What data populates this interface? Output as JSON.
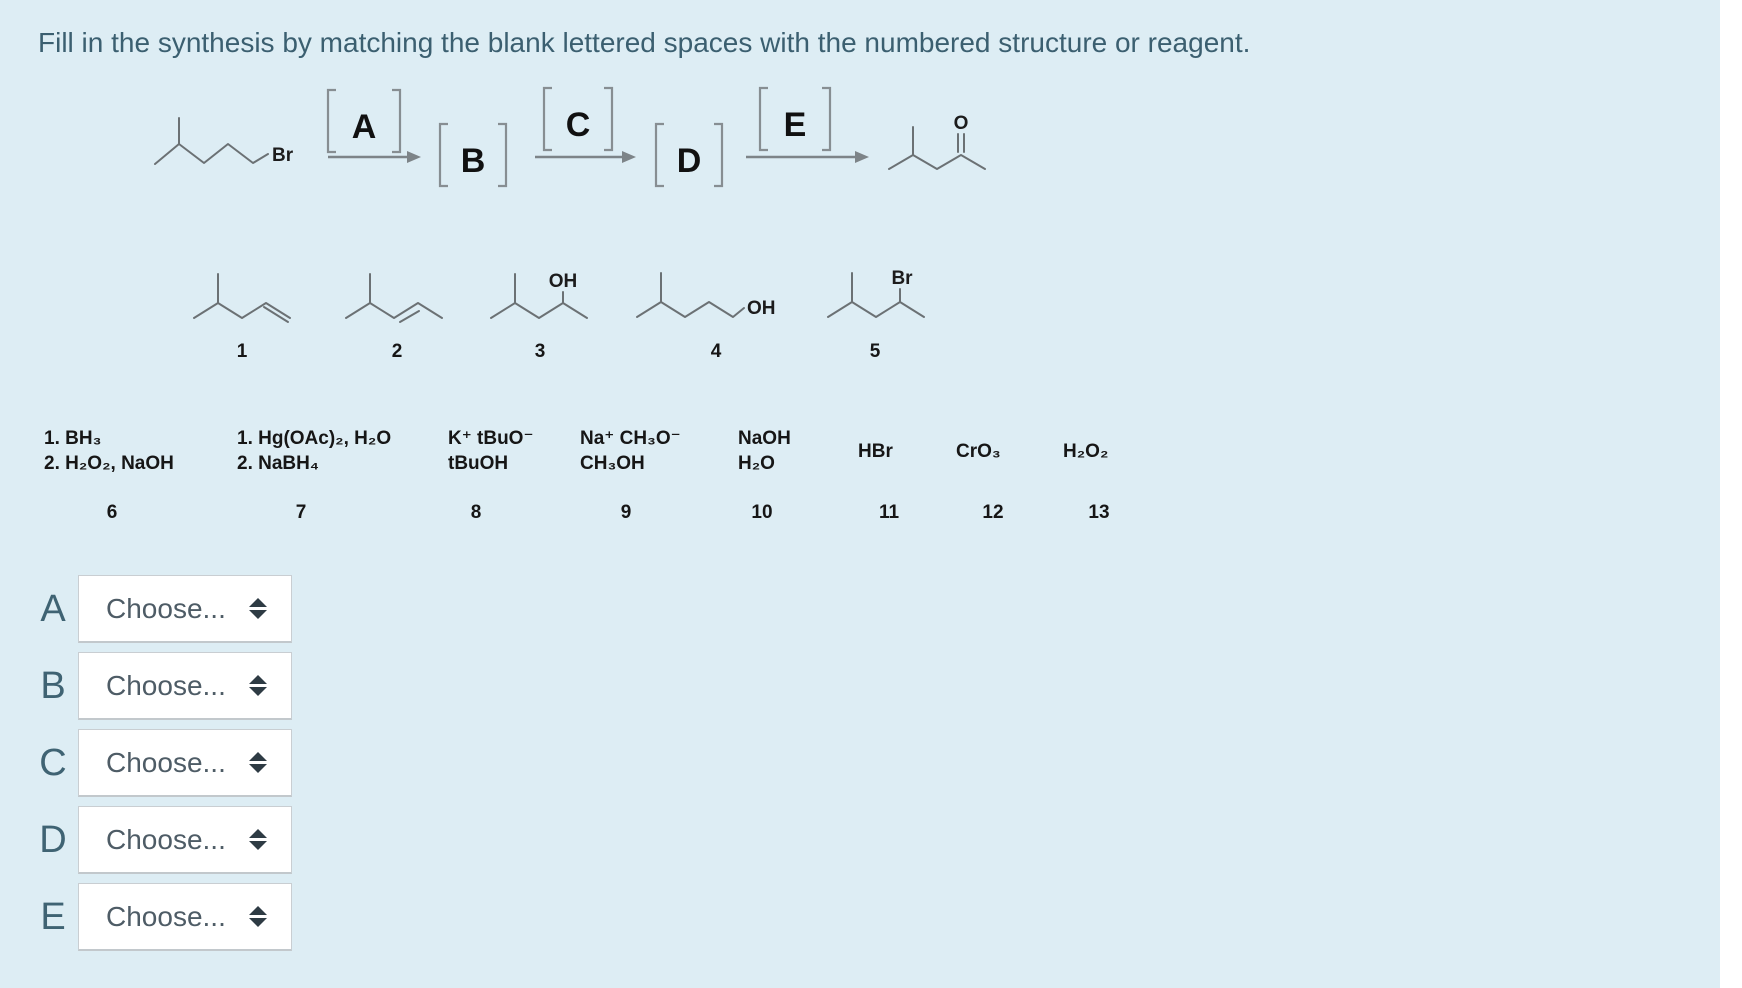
{
  "title": "Fill in the synthesis by matching the blank lettered spaces with the numbered structure or reagent.",
  "scheme": {
    "start": {
      "depicts": "1-bromo-4-methylpentane skeletal structure",
      "halide_label": "Br"
    },
    "steps": [
      {
        "letter": "A"
      },
      {
        "letter": "B"
      },
      {
        "letter": "C"
      },
      {
        "letter": "D"
      },
      {
        "letter": "E"
      }
    ],
    "product": {
      "depicts": "4-methylpentan-2-one skeletal structure",
      "oxygen_label": "O"
    }
  },
  "structures": [
    {
      "number": "1",
      "depicts": "4-methyl-1-pentene skeletal structure"
    },
    {
      "number": "2",
      "depicts": "4-methyl-2-pentene skeletal structure"
    },
    {
      "number": "3",
      "depicts": "4-methyl-2-pentanol skeletal structure",
      "oh_label": "OH"
    },
    {
      "number": "4",
      "depicts": "4-methyl-1-pentanol skeletal structure",
      "oh_label": "OH"
    },
    {
      "number": "5",
      "depicts": "2-bromo-4-methylpentane skeletal structure",
      "br_label": "Br"
    }
  ],
  "reagents": [
    {
      "number": "6",
      "lines": [
        "1. BH₃",
        "2. H₂O₂, NaOH"
      ]
    },
    {
      "number": "7",
      "lines": [
        "1. Hg(OAc)₂, H₂O",
        "2. NaBH₄"
      ]
    },
    {
      "number": "8",
      "lines": [
        "K⁺ tBuO⁻",
        "tBuOH"
      ]
    },
    {
      "number": "9",
      "lines": [
        "Na⁺ CH₃O⁻",
        "CH₃OH"
      ]
    },
    {
      "number": "10",
      "lines": [
        "NaOH",
        "H₂O"
      ]
    },
    {
      "number": "11",
      "lines": [
        "HBr"
      ]
    },
    {
      "number": "12",
      "lines": [
        "CrO₃"
      ]
    },
    {
      "number": "13",
      "lines": [
        "H₂O₂"
      ]
    }
  ],
  "dropdowns": [
    {
      "label": "A",
      "value": "Choose..."
    },
    {
      "label": "B",
      "value": "Choose..."
    },
    {
      "label": "C",
      "value": "Choose..."
    },
    {
      "label": "D",
      "value": "Choose..."
    },
    {
      "label": "E",
      "value": "Choose..."
    }
  ],
  "colors": {
    "background": "#ddedf4",
    "title_text": "#3b5f70",
    "answer_letter": "#3f6373",
    "choose_text": "#4e5c66",
    "molecule_stroke": "#6b7174",
    "atom_label": "#1c1c1c",
    "bracket": "#878e92",
    "arrow": "#7d8488",
    "arrow_icon": "#2e3b44",
    "box_border": "#c9ced2",
    "box_background": "#ffffff",
    "right_gutter": "#ffffff"
  }
}
